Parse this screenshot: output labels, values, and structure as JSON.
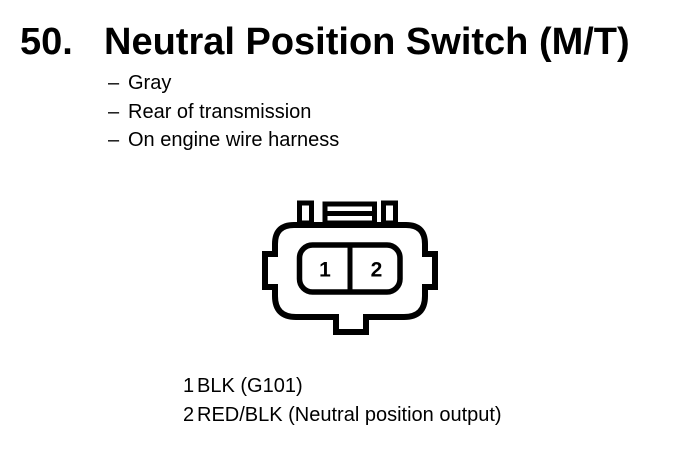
{
  "header": {
    "item_number": "50.",
    "title": "Neutral Position Switch (M/T)"
  },
  "details": {
    "bullet": "–",
    "items": [
      "Gray",
      "Rear of transmission",
      "On engine wire harness"
    ]
  },
  "connector": {
    "pins": [
      "1",
      "2"
    ]
  },
  "pinout": [
    {
      "pin": "1",
      "wire": "BLK (G101)"
    },
    {
      "pin": "2",
      "wire": "RED/BLK (Neutral position output)"
    }
  ],
  "colors": {
    "ink": "#000000",
    "paper": "#ffffff"
  }
}
